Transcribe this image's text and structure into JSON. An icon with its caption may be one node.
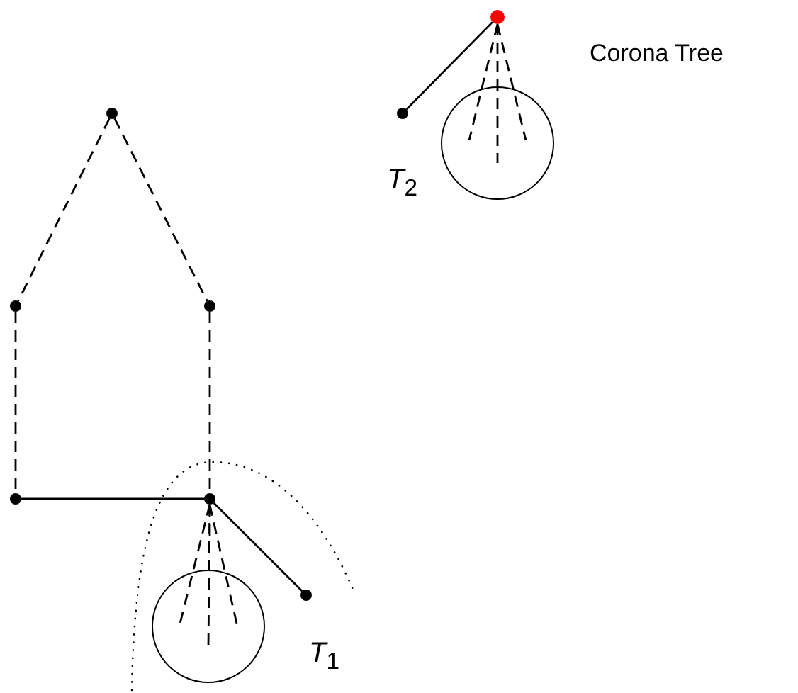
{
  "diagram": {
    "nodes": [
      {
        "text": [],
        "shape": "circle"
      },
      {
        "text": [],
        "shape": "circle"
      },
      {
        "text": [],
        "shape": "circle"
      },
      {
        "text": [],
        "shape": "circle"
      },
      {
        "text": [],
        "shape": "circle"
      },
      {
        "text": [],
        "shape": "circle"
      },
      {
        "text": [],
        "shape": "circle"
      },
      {
        "text": [],
        "shape": "circle"
      },
      {
        "text": [],
        "shape": "circle"
      },
      {
        "text": [],
        "shape": "circle"
      }
    ],
    "edges": [
      {
        "from": 0,
        "to": 1,
        "arrow": "none",
        "style": "dashed"
      },
      {
        "from": 0,
        "to": 2,
        "arrow": "none",
        "style": "dashed"
      },
      {
        "from": 1,
        "to": 3,
        "arrow": "none",
        "style": "dashed"
      },
      {
        "from": 2,
        "to": 4,
        "arrow": "none",
        "style": "dashed"
      },
      {
        "from": 3,
        "to": 4,
        "arrow": "none"
      },
      {
        "from": 4,
        "to": 5,
        "arrow": "none"
      },
      {
        "from": 4,
        "to": 6,
        "arrow": "none",
        "style": "dashed"
      },
      {
        "from": 7,
        "to": 8,
        "arrow": "none"
      },
      {
        "from": 7,
        "to": 9,
        "arrow": "none",
        "style": "dashed"
      }
    ],
    "labels": [
      "Corona Tree",
      "*T*$_{2}$",
      "*T*$_{1}$"
    ]
  }
}
